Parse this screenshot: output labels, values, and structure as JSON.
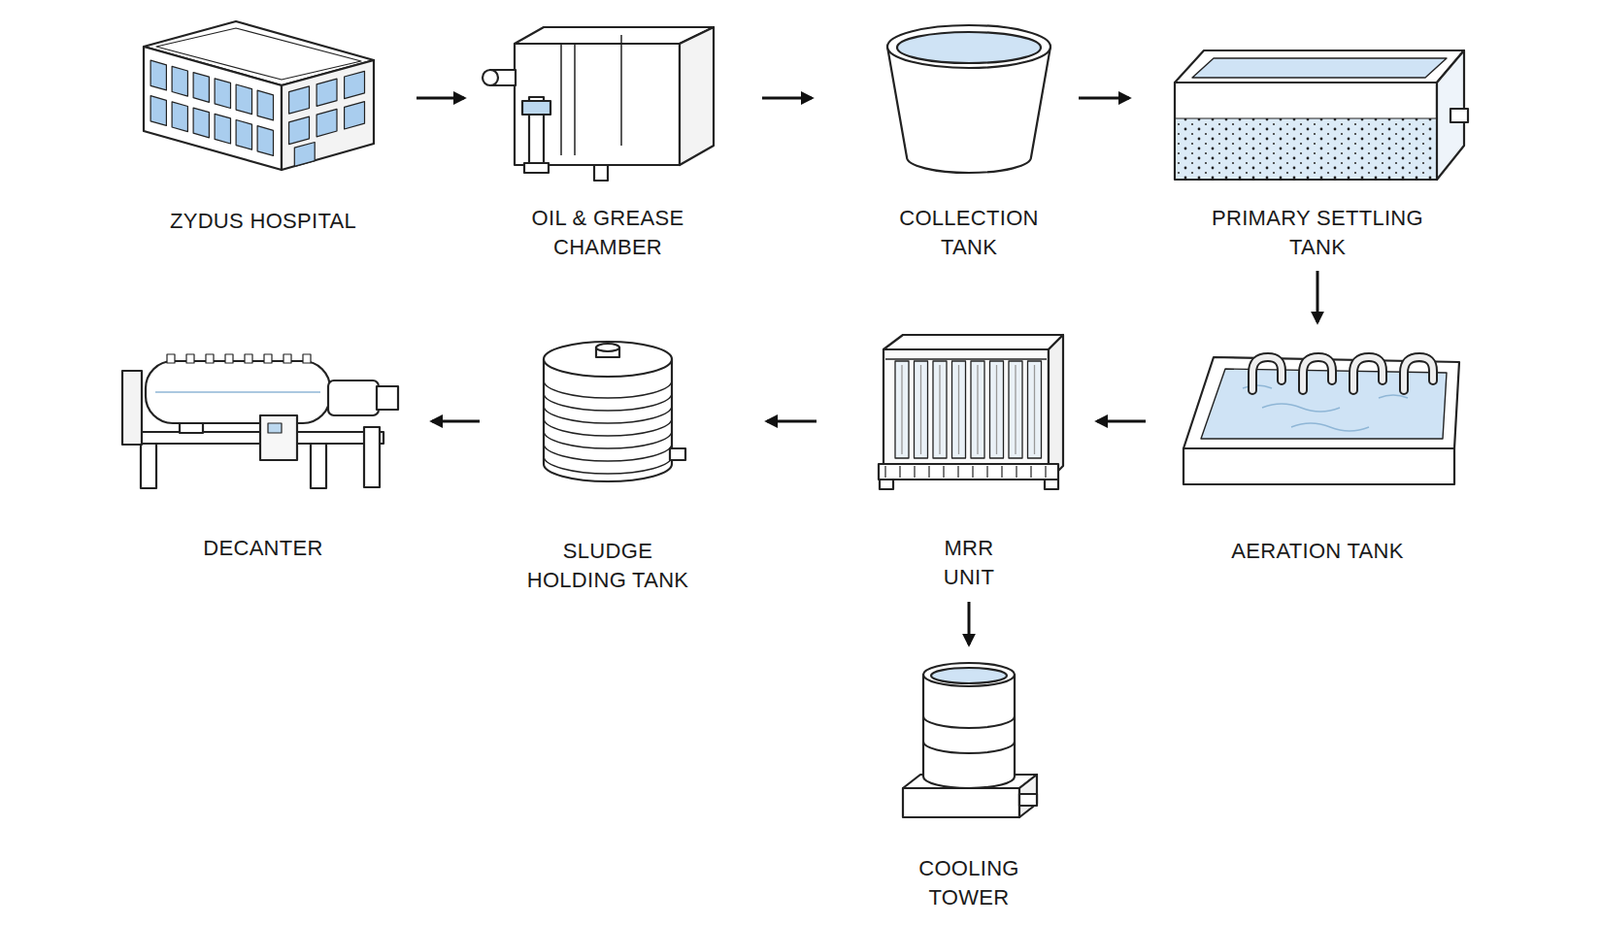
{
  "diagram": {
    "nodes": [
      {
        "text": [
          "ZYDUS HOSPITAL"
        ]
      },
      {
        "text": [
          "OIL & GREASE CHAMBER"
        ]
      },
      {
        "text": [
          "COLLECTION TANK"
        ]
      },
      {
        "text": [
          "PRIMARY SETTLING TANK"
        ]
      },
      {
        "text": [
          "AERATION TANK"
        ]
      },
      {
        "text": [
          "MRR UNIT"
        ]
      },
      {
        "text": [
          "SLUDGE HOLDING TANK"
        ]
      },
      {
        "text": [
          "DECANTER"
        ]
      },
      {
        "text": [
          "COOLING TOWER"
        ]
      }
    ],
    "edges": [
      {
        "from": 0,
        "to": 1,
        "arrow": "to"
      },
      {
        "from": 1,
        "to": 2,
        "arrow": "to"
      },
      {
        "from": 2,
        "to": 3,
        "arrow": "to"
      },
      {
        "from": 3,
        "to": 4,
        "arrow": "to"
      },
      {
        "from": 4,
        "to": 5,
        "arrow": "to"
      },
      {
        "from": 5,
        "to": 6,
        "arrow": "to"
      },
      {
        "from": 6,
        "to": 7,
        "arrow": "to"
      },
      {
        "from": 5,
        "to": 8,
        "arrow": "to"
      }
    ]
  }
}
